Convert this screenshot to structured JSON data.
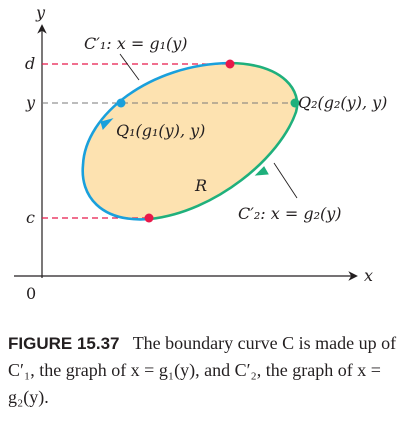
{
  "figure": {
    "axis_y_label": "y",
    "axis_x_label": "x",
    "origin_label": "0",
    "tick_d": "d",
    "tick_y": "y",
    "tick_c": "c",
    "curve_c1_label": "C′₁: x = g₁(y)",
    "curve_c2_label": "C′₂: x = g₂(y)",
    "point_q1_label": "Q₁(g₁(y), y)",
    "point_q2_label": "Q₂(g₂(y), y)",
    "region_label": "R",
    "colors": {
      "curve_c1": "#1aa0dc",
      "curve_c2": "#1fb07c",
      "region_fill": "#fde2b0",
      "extreme_points": "#e8194a",
      "guide_dash": "#e8194a",
      "axes": "#231f20"
    }
  },
  "caption": {
    "label": "FIGURE 15.37",
    "text": "The boundary curve C is made up of C′₁, the graph of x = g₁(y), and C′₂, the graph of x = g₂(y)."
  }
}
